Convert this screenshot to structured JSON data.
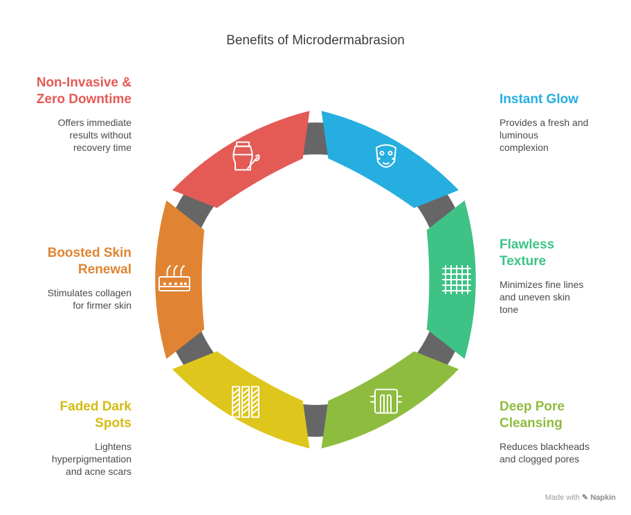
{
  "title": "Benefits of Microdermabrasion",
  "benefits": [
    {
      "heading": "Instant Glow",
      "desc": "Provides a fresh and\nluminous\ncomplexion",
      "color": "#26aee0",
      "icon": "face-mask-icon",
      "side": "right"
    },
    {
      "heading": "Flawless\nTexture",
      "desc": "Minimizes fine lines\nand uneven skin\ntone",
      "color": "#3ec286",
      "icon": "grid-texture-icon",
      "side": "right"
    },
    {
      "heading": "Deep Pore\nCleansing",
      "desc": "Reduces blackheads\nand clogged pores",
      "color": "#8ebc3e",
      "icon": "hand-icon",
      "side": "right"
    },
    {
      "heading": "Faded Dark\nSpots",
      "desc": "Lightens\nhyperpigmentation\nand acne scars",
      "color": "#dec61c",
      "icon": "striped-panels-icon",
      "side": "left"
    },
    {
      "heading": "Boosted Skin\nRenewal",
      "desc": "Stimulates collagen\nfor firmer skin",
      "color": "#e08433",
      "icon": "skin-layers-icon",
      "side": "left"
    },
    {
      "heading": "Non-Invasive &\nZero Downtime",
      "desc": "Offers immediate\nresults without\nrecovery time",
      "color": "#e45a55",
      "icon": "cream-jar-brush-icon",
      "side": "left"
    }
  ],
  "connector_color": "#666666",
  "credit": {
    "prefix": "Made with",
    "brand": "Napkin"
  }
}
